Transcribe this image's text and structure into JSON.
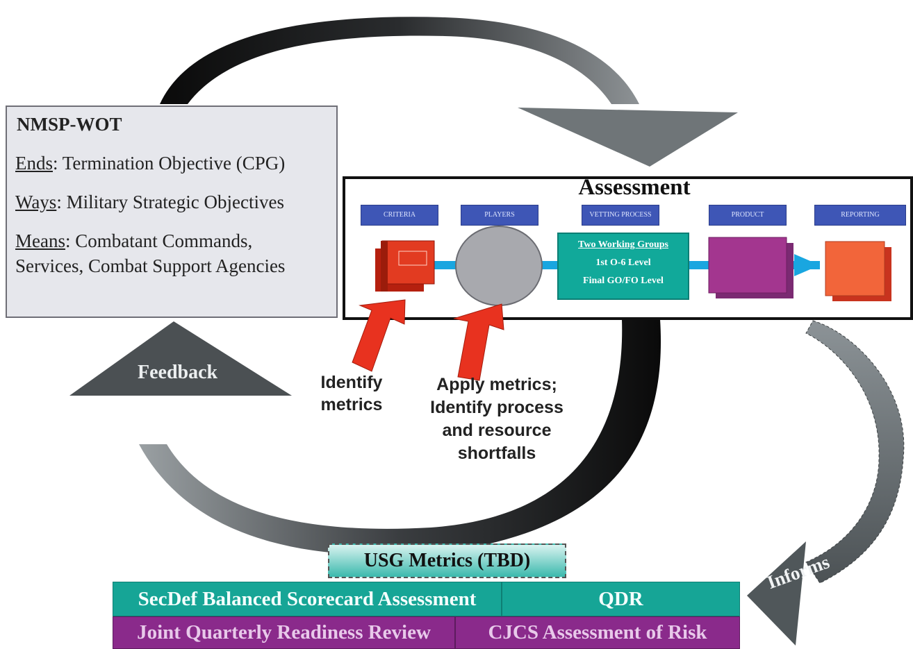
{
  "nmsp": {
    "title": "NMSP-WOT",
    "ends_term": "Ends",
    "ends_text": ": Termination Objective (CPG)",
    "ways_term": "Ways",
    "ways_text": ": Military Strategic Objectives",
    "means_term": "Means",
    "means_text_1": ": Combatant Commands,",
    "means_text_2": "Services, Combat Support Agencies"
  },
  "assessment": {
    "title": "Assessment",
    "headers": [
      "CRITERIA",
      "PLAYERS",
      "VETTING PROCESS",
      "PRODUCT",
      "REPORTING"
    ],
    "vetting_lines": [
      "Two Working Groups",
      "1st  O-6 Level",
      "Final  GO/FO Level"
    ]
  },
  "labels": {
    "identify_metrics_1": "Identify",
    "identify_metrics_2": "metrics",
    "apply_1": "Apply metrics;",
    "apply_2": "Identify process",
    "apply_3": "and resource",
    "apply_4": "shortfalls",
    "feedback": "Feedback",
    "informs": "Informs"
  },
  "bottom": {
    "usg": "USG Metrics (TBD)",
    "secdef": "SecDef Balanced Scorecard Assessment",
    "qdr": "QDR",
    "jqrr": "Joint Quarterly Readiness Review",
    "cjcs": "CJCS Assessment of Risk"
  },
  "colors": {
    "header_blue": "#3e56b6",
    "teal": "#16a596",
    "purple": "#8a2a8b",
    "arrow_red": "#e8321f",
    "arrow_grey": "#5f6466"
  }
}
